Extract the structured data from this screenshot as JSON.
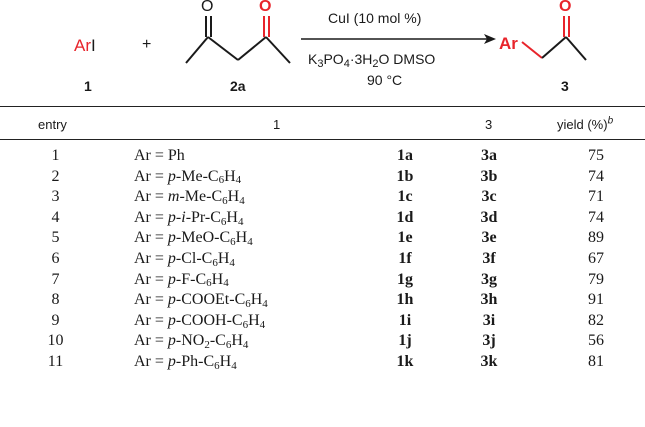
{
  "scheme": {
    "reactant_aryl": {
      "ar": "Ar",
      "i": "I",
      "label": "1"
    },
    "plus": "+",
    "reactant_ketone": {
      "atom_o": "O",
      "label": "2a"
    },
    "conditions": {
      "catalyst": "CuI (10 mol %)",
      "base_prefix": "K",
      "base_sub1": "3",
      "base_mid": "PO",
      "base_sub2": "4",
      "base_dot": "·",
      "base_mid2": "3H",
      "base_sub3": "2",
      "base_suffix": "O DMSO",
      "temperature": "90 °C"
    },
    "product": {
      "ar": "Ar",
      "atom_o": "O",
      "label": "3"
    },
    "colors": {
      "highlight": "#e8242b",
      "ink": "#1a1a1a"
    }
  },
  "table": {
    "headers": {
      "entry": "entry",
      "substrate": "1",
      "product": "3",
      "yield_text": "yield (%)",
      "yield_sup": "b"
    },
    "rows": [
      {
        "entry": "1",
        "ar": [
          {
            "t": "Ar = Ph"
          }
        ],
        "substrate": "1a",
        "product": "3a",
        "yield": "75"
      },
      {
        "entry": "2",
        "ar": [
          {
            "t": "Ar = "
          },
          {
            "i": "p"
          },
          {
            "t": "-Me-C"
          },
          {
            "s": "6"
          },
          {
            "t": "H"
          },
          {
            "s": "4"
          }
        ],
        "substrate": "1b",
        "product": "3b",
        "yield": "74"
      },
      {
        "entry": "3",
        "ar": [
          {
            "t": "Ar = "
          },
          {
            "i": "m"
          },
          {
            "t": "-Me-C"
          },
          {
            "s": "6"
          },
          {
            "t": "H"
          },
          {
            "s": "4"
          }
        ],
        "substrate": "1c",
        "product": "3c",
        "yield": "71"
      },
      {
        "entry": "4",
        "ar": [
          {
            "t": "Ar = "
          },
          {
            "i": "p"
          },
          {
            "t": "-"
          },
          {
            "i": "i"
          },
          {
            "t": "-Pr-C"
          },
          {
            "s": "6"
          },
          {
            "t": "H"
          },
          {
            "s": "4"
          }
        ],
        "substrate": "1d",
        "product": "3d",
        "yield": "74"
      },
      {
        "entry": "5",
        "ar": [
          {
            "t": "Ar = "
          },
          {
            "i": "p"
          },
          {
            "t": "-MeO-C"
          },
          {
            "s": "6"
          },
          {
            "t": "H"
          },
          {
            "s": "4"
          }
        ],
        "substrate": "1e",
        "product": "3e",
        "yield": "89"
      },
      {
        "entry": "6",
        "ar": [
          {
            "t": "Ar = "
          },
          {
            "i": "p"
          },
          {
            "t": "-Cl-C"
          },
          {
            "s": "6"
          },
          {
            "t": "H"
          },
          {
            "s": "4"
          }
        ],
        "substrate": "1f",
        "product": "3f",
        "yield": "67"
      },
      {
        "entry": "7",
        "ar": [
          {
            "t": "Ar = "
          },
          {
            "i": "p"
          },
          {
            "t": "-F-C"
          },
          {
            "s": "6"
          },
          {
            "t": "H"
          },
          {
            "s": "4"
          }
        ],
        "substrate": "1g",
        "product": "3g",
        "yield": "79"
      },
      {
        "entry": "8",
        "ar": [
          {
            "t": "Ar = "
          },
          {
            "i": "p"
          },
          {
            "t": "-COOEt-C"
          },
          {
            "s": "6"
          },
          {
            "t": "H"
          },
          {
            "s": "4"
          }
        ],
        "substrate": "1h",
        "product": "3h",
        "yield": "91"
      },
      {
        "entry": "9",
        "ar": [
          {
            "t": "Ar = "
          },
          {
            "i": "p"
          },
          {
            "t": "-COOH-C"
          },
          {
            "s": "6"
          },
          {
            "t": "H"
          },
          {
            "s": "4"
          }
        ],
        "substrate": "1i",
        "product": "3i",
        "yield": "82"
      },
      {
        "entry": "10",
        "ar": [
          {
            "t": "Ar = "
          },
          {
            "i": "p"
          },
          {
            "t": "-NO"
          },
          {
            "s": "2"
          },
          {
            "t": "-C"
          },
          {
            "s": "6"
          },
          {
            "t": "H"
          },
          {
            "s": "4"
          }
        ],
        "substrate": "1j",
        "product": "3j",
        "yield": "56"
      },
      {
        "entry": "11",
        "ar": [
          {
            "t": "Ar = "
          },
          {
            "i": "p"
          },
          {
            "t": "-Ph-C"
          },
          {
            "s": "6"
          },
          {
            "t": "H"
          },
          {
            "s": "4"
          }
        ],
        "substrate": "1k",
        "product": "3k",
        "yield": "81"
      }
    ]
  }
}
